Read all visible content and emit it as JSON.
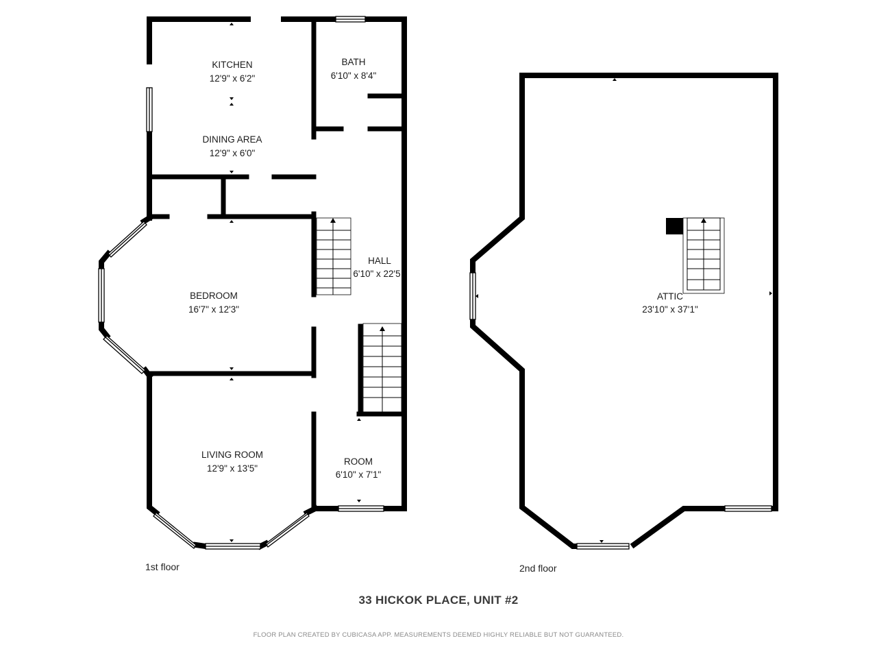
{
  "floors": [
    {
      "label": "1st floor",
      "rooms": [
        {
          "name": "KITCHEN",
          "dims": "12'9\" x 6'2\""
        },
        {
          "name": "DINING AREA",
          "dims": "12'9\" x 6'0\""
        },
        {
          "name": "BATH",
          "dims": "6'10\" x 8'4\""
        },
        {
          "name": "HALL",
          "dims": "6'10\" x 22'5"
        },
        {
          "name": "BEDROOM",
          "dims": "16'7\" x 12'3\""
        },
        {
          "name": "LIVING ROOM",
          "dims": "12'9\" x 13'5\""
        },
        {
          "name": "ROOM",
          "dims": "6'10\" x 7'1\""
        }
      ]
    },
    {
      "label": "2nd floor",
      "rooms": [
        {
          "name": "ATTIC",
          "dims": "23'10\" x 37'1\""
        }
      ]
    }
  ],
  "address": "33 HICKOK PLACE, UNIT #2",
  "disclaimer": "FLOOR PLAN CREATED BY CUBICASA APP. MEASUREMENTS DEEMED HIGHLY RELIABLE BUT NOT GUARANTEED."
}
